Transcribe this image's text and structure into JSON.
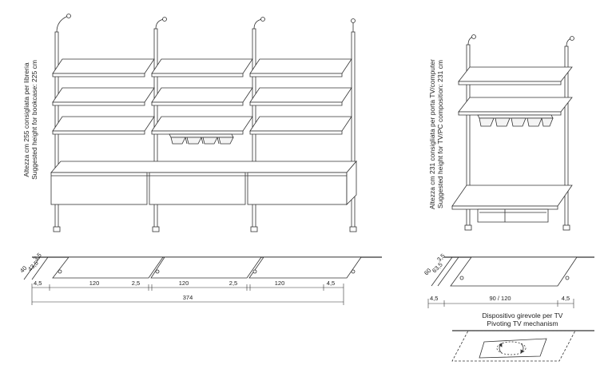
{
  "bookcase": {
    "height_label_line1": "Altezza cm 255 consigliata per libreria",
    "height_label_line2": "Suggested height for bookcase: 225 cm",
    "plan": {
      "depth_outer": "40",
      "depth_inner": "43,5",
      "back_offset": "3,5",
      "widths": [
        "4,5",
        "120",
        "2,5",
        "120",
        "2,5",
        "120",
        "4,5"
      ],
      "total": "374"
    }
  },
  "tv_unit": {
    "height_label_line1": "Altezza cm 231 consigliata per porta TV/computer",
    "height_label_line2": "Suggested height for TV/PC composition: 231 cm",
    "plan": {
      "depth_outer": "60",
      "depth_inner": "63,5",
      "back_offset": "3,5",
      "left": "4,5",
      "width": "90 / 120",
      "right": "4,5"
    }
  },
  "pivot": {
    "label_line1": "Dispositivo girevole per TV",
    "label_line2": "Pivoting TV mechanism"
  }
}
